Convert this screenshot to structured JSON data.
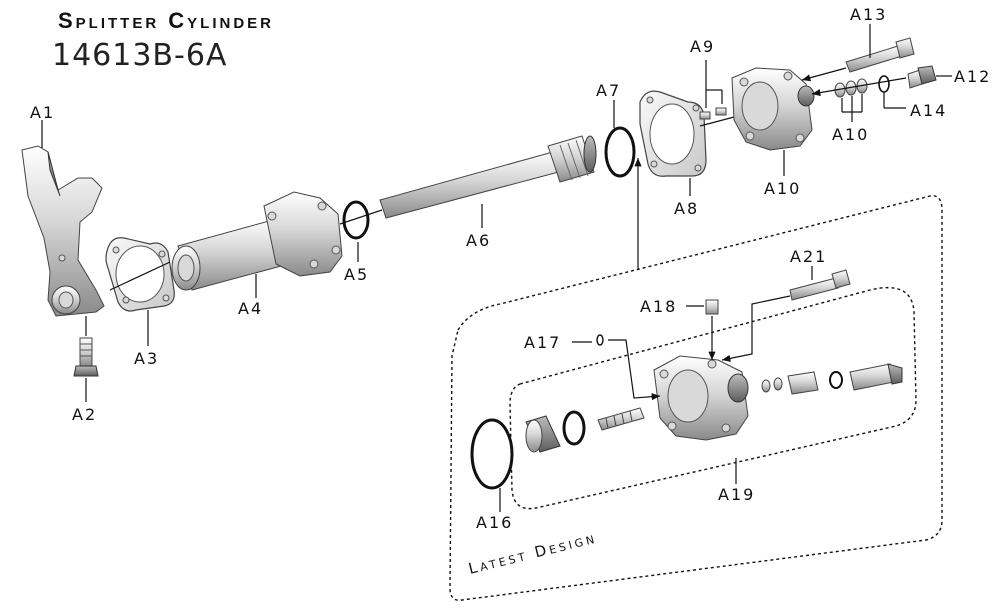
{
  "header": {
    "title": "Splitter Cylinder",
    "part_number": "14613B-6A"
  },
  "note": "Latest Design",
  "callouts": {
    "a1": "A1",
    "a2": "A2",
    "a3": "A3",
    "a4": "A4",
    "a5": "A5",
    "a6": "A6",
    "a7": "A7",
    "a8": "A8",
    "a9": "A9",
    "a10_top": "A10",
    "a10_bottom": "A10",
    "a12": "A12",
    "a13": "A13",
    "a14": "A14",
    "a16": "A16",
    "a17": "A17",
    "a18": "A18",
    "a19": "A19",
    "a21": "A21"
  },
  "colors": {
    "line": "#111111",
    "metal_light": "#f2f2f2",
    "metal_dark": "#8a8a8a",
    "background": "#ffffff"
  }
}
